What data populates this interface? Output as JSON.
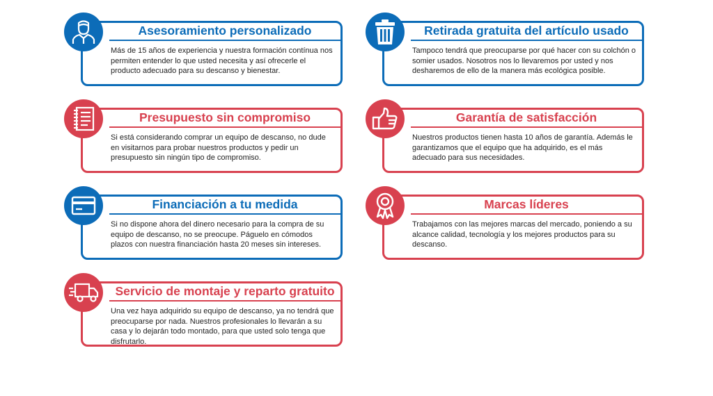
{
  "cards": [
    {
      "title": "Asesoramiento personalizado",
      "icon": "advisor-person-icon",
      "color": "#0c6cb8",
      "description": "Más de 15 años de experiencia y nuestra formación contínua nos permiten entender lo que usted necesita y así ofrecerle el producto adecuado para su descanso y bienestar."
    },
    {
      "title": "Retirada gratuita del artículo usado",
      "icon": "trash-can-icon",
      "color": "#0c6cb8",
      "description": "Tampoco tendrá que preocuparse por qué hacer con su colchón o somier usados. Nosotros nos lo llevaremos por usted y nos desharemos de ello de la manera más ecológica posible."
    },
    {
      "title": "Presupuesto sin compromiso",
      "icon": "notepad-icon",
      "color": "#d8414f",
      "description": "Si está considerando comprar un equipo de descanso, no dude en visitarnos para probar nuestros productos y pedir un presupuesto sin ningún tipo de compromiso."
    },
    {
      "title": "Garantía de satisfacción",
      "icon": "thumbs-up-icon",
      "color": "#d8414f",
      "description": "Nuestros productos tienen hasta 10 años de garantía. Además le garantizamos que el equipo que ha adquirido, es el más adecuado para sus necesidades."
    },
    {
      "title": "Financiación a tu medida",
      "icon": "credit-card-icon",
      "color": "#0c6cb8",
      "description": "Si no dispone ahora del dinero necesario para la compra de su equipo de descanso, no se preocupe. Páguelo en cómodos plazos con nuestra financiación hasta 20 meses sin intereses."
    },
    {
      "title": "Marcas líderes",
      "icon": "award-ribbon-icon",
      "color": "#d8414f",
      "description": "Trabajamos con las mejores marcas del mercado, poniendo a su alcance calidad, tecnología y los mejores productos para su descanso."
    },
    {
      "title": "Servicio de montaje y reparto gratuito",
      "icon": "delivery-truck-icon",
      "color": "#d8414f",
      "description": "Una vez haya adquirido su equipo de descanso, ya no tendrá que preocuparse por nada. Nuestros profesionales lo llevarán a su casa y lo dejarán todo montado, para que usted solo tenga que disfrutarlo."
    }
  ]
}
